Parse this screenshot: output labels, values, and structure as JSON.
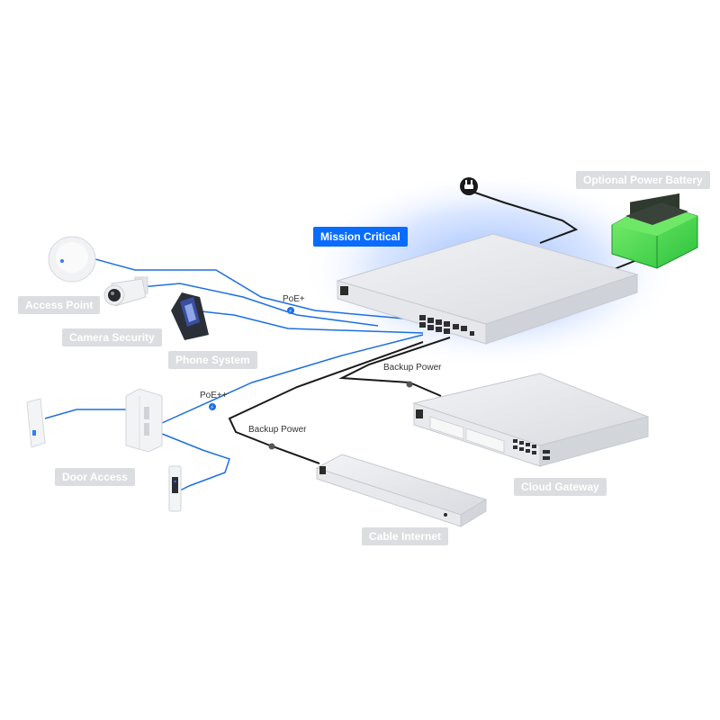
{
  "labels": {
    "mission_critical": "Mission Critical",
    "optional_power_battery": "Optional Power Battery",
    "access_point": "Access Point",
    "camera_security": "Camera Security",
    "phone_system": "Phone System",
    "door_access": "Door Access",
    "cloud_gateway": "Cloud Gateway",
    "cable_internet": "Cable Internet"
  },
  "connections": {
    "poe_plus": "PoE+",
    "poe_plus_plus": "PoE++",
    "backup_power_1": "Backup Power",
    "backup_power_2": "Backup Power"
  },
  "icons": {
    "power_plug": "power-plug-icon",
    "poe_plus_node": "lightning-icon"
  },
  "colors": {
    "highlight": "#0a6cff",
    "poe_line": "#1e6fe0",
    "power_line": "#1a1a1a",
    "label_bg": "#dcdde0",
    "device_body": "#e4e6ea",
    "battery_glow": "#39e04a",
    "critical_glow": "#3d7dff"
  }
}
